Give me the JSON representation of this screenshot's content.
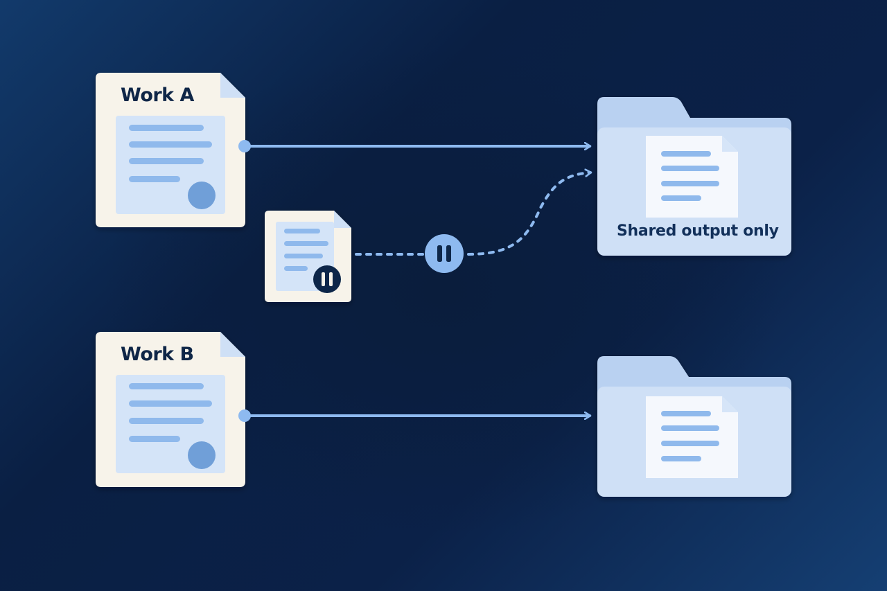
{
  "documents": [
    {
      "id": "work-a",
      "title": "Work A"
    },
    {
      "id": "work-b",
      "title": "Work B"
    }
  ],
  "folders": [
    {
      "id": "shared-folder",
      "caption": "Shared output only"
    },
    {
      "id": "separate-folder",
      "caption": ""
    }
  ],
  "small_document": {
    "icon": "pause-icon"
  },
  "connector_pause": {
    "icon": "pause-icon"
  },
  "colors": {
    "background": "#0b2246",
    "card": "#f7f3ea",
    "card_panel": "#d4e4f8",
    "line_bar": "#8fb9ec",
    "folder": "#cfe0f6",
    "folder_tab": "#b9d1f1",
    "arrow": "#8ebaf0",
    "dark_badge": "#0e2749"
  }
}
